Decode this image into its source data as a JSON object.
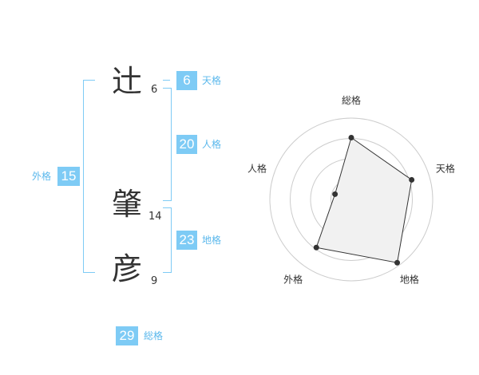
{
  "name": {
    "chars": [
      {
        "char": "辻",
        "strokes": "6"
      },
      {
        "char": "肇",
        "strokes": "14"
      },
      {
        "char": "彦",
        "strokes": "9"
      }
    ]
  },
  "fortunes": {
    "tenkaku": {
      "value": "6",
      "label": "天格"
    },
    "jinkaku": {
      "value": "20",
      "label": "人格"
    },
    "chikaku": {
      "value": "23",
      "label": "地格"
    },
    "gaikaku": {
      "value": "15",
      "label": "外格"
    },
    "soukaku": {
      "value": "29",
      "label": "総格"
    }
  },
  "colors": {
    "accent": "#7ecbf5",
    "label": "#5bb8ec",
    "text": "#333333"
  },
  "chart_data": {
    "type": "radar",
    "axes": [
      "総格",
      "天格",
      "地格",
      "外格",
      "人格"
    ],
    "values": [
      0.76,
      0.78,
      0.96,
      0.73,
      0.21
    ],
    "rings": 4,
    "range": [
      0,
      1
    ]
  }
}
